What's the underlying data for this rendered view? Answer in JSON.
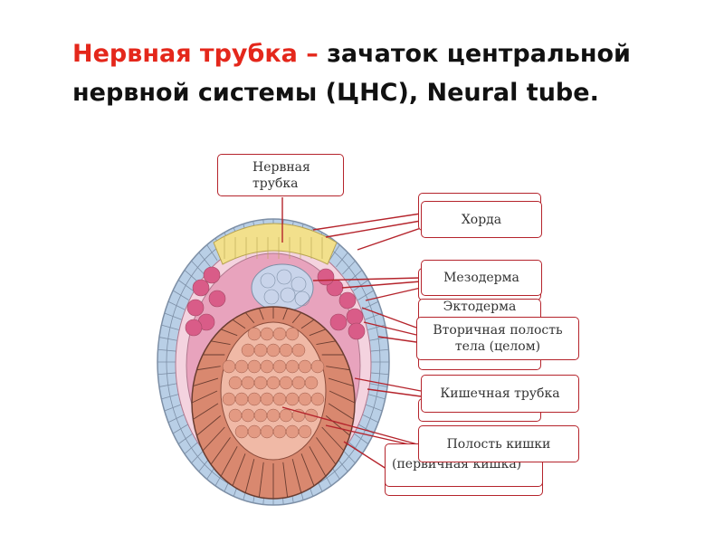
{
  "title": {
    "part1": "Нервная трубка –",
    "part2": " зачаток центральной нервной системы (ЦНС), ",
    "part3": "Neural tube."
  },
  "labels": {
    "neural_tube_line1": "Нервная",
    "neural_tube_line2": "трубка",
    "notochord": "Хорда",
    "mesoderm": "Мезодерма",
    "ectoderm": "Эктодерма",
    "coelom_line1": "Вторичная полость",
    "coelom_line2": "тела (целом)",
    "gut_tube": "Кишечная трубка",
    "gut_cavity": "Полость кишки",
    "primary_gut": "(первичная кишка)"
  },
  "colors": {
    "accent": "#e4271b",
    "border": "#b5242c",
    "ectoderm_fill": "#b9cfe6",
    "neural_fill": "#f2e08c",
    "mesoderm_fill": "#e8a3bd",
    "endoderm_fill": "#d9886f"
  }
}
